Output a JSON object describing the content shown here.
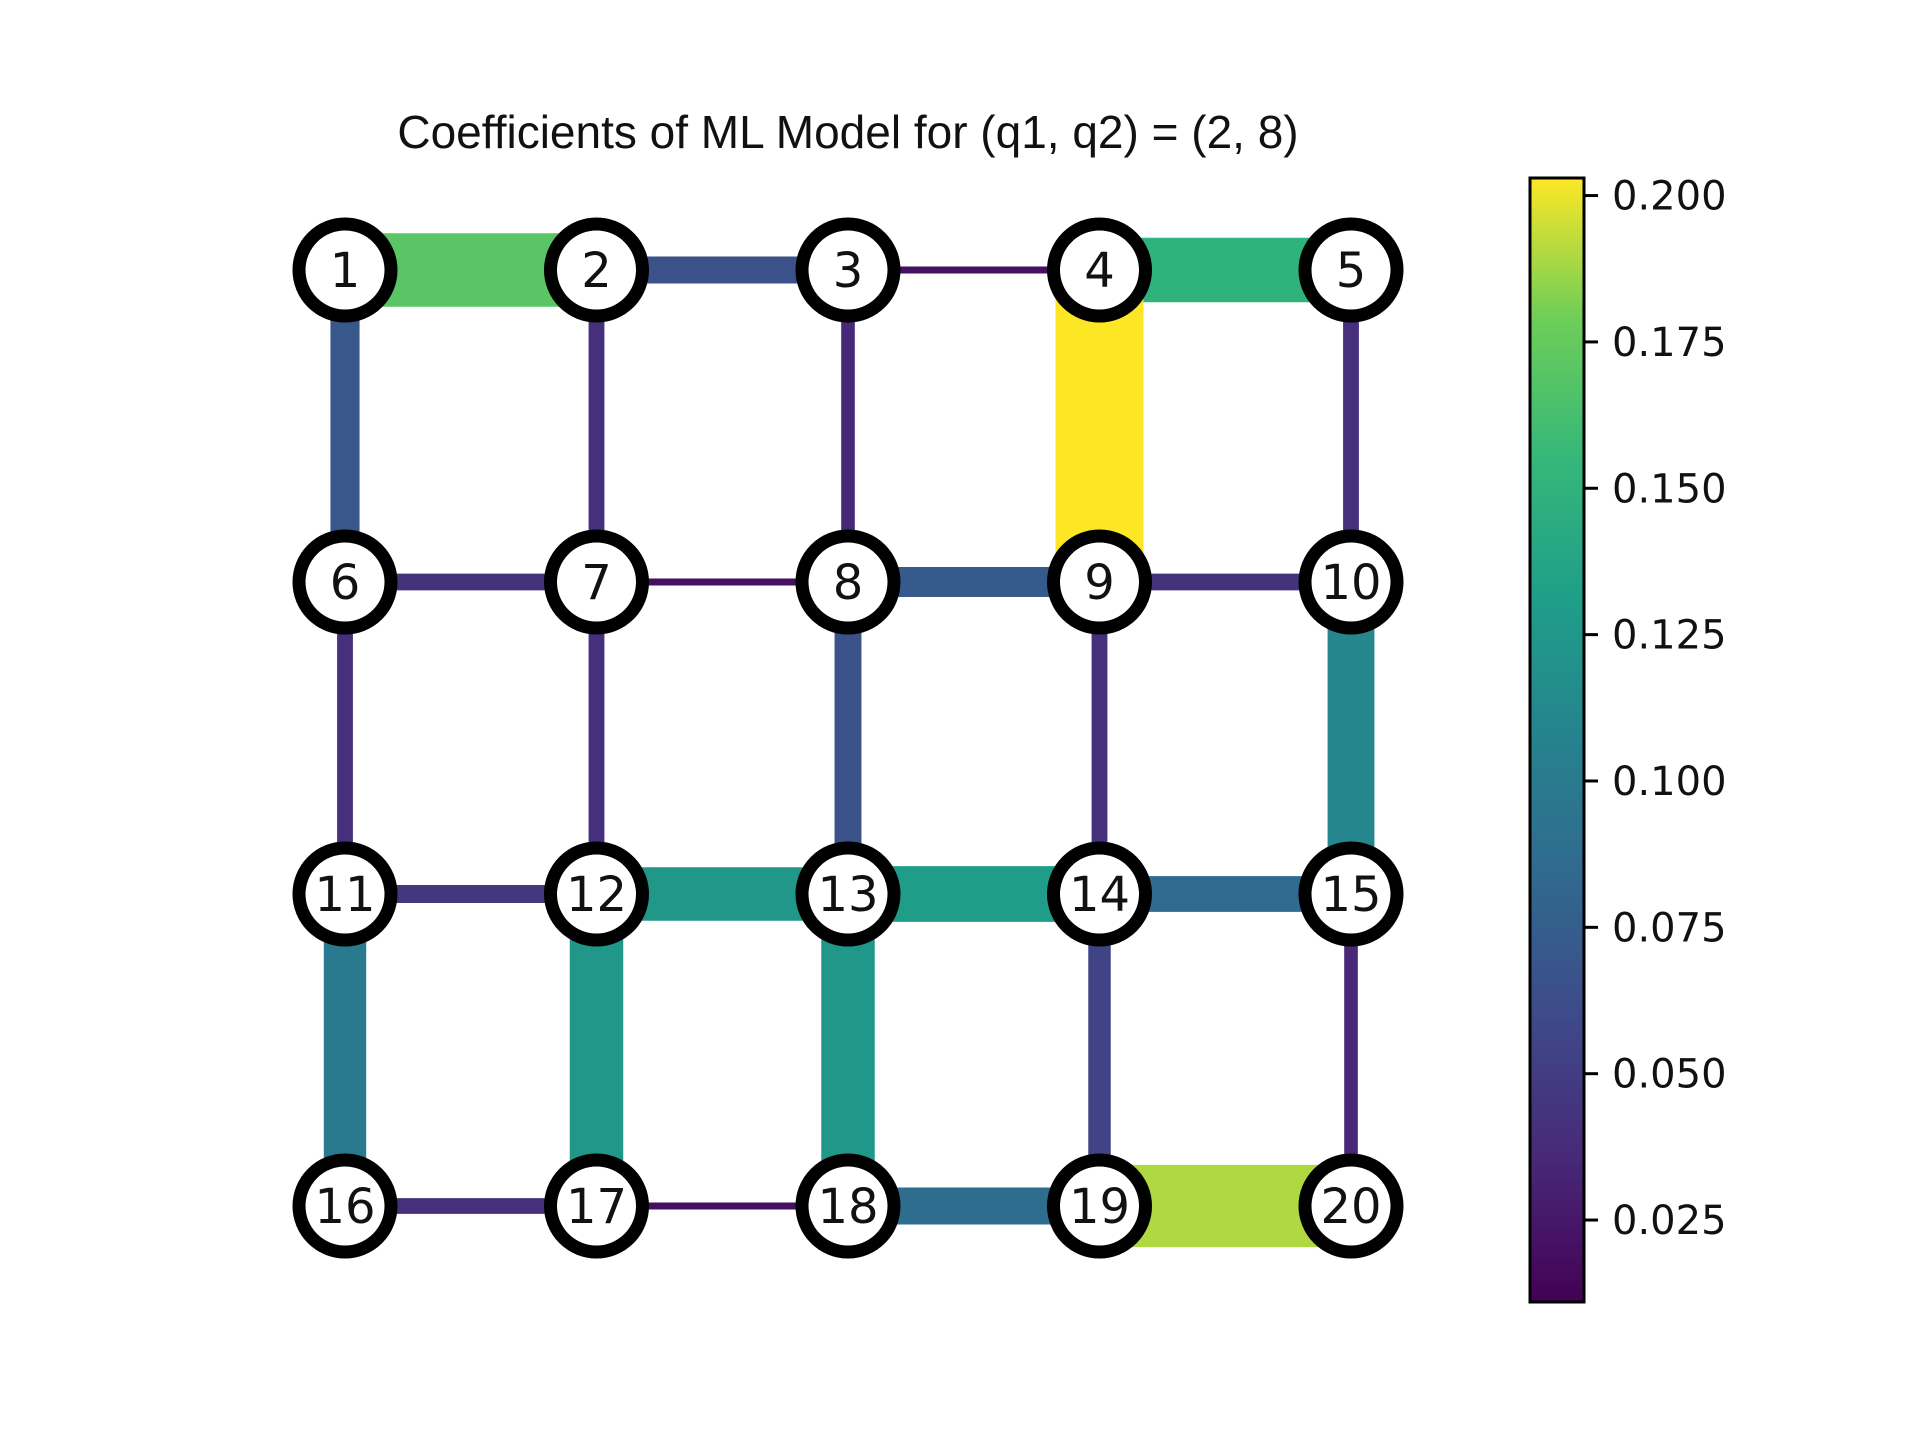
{
  "title": "Coefficients of ML Model for (q1, q2) = (2, 8)",
  "colorbar": {
    "min": 0.011,
    "max": 0.203,
    "ticks": [
      {
        "value": 0.025,
        "label": "0.025"
      },
      {
        "value": 0.05,
        "label": "0.050"
      },
      {
        "value": 0.075,
        "label": "0.075"
      },
      {
        "value": 0.1,
        "label": "0.100"
      },
      {
        "value": 0.125,
        "label": "0.125"
      },
      {
        "value": 0.15,
        "label": "0.150"
      },
      {
        "value": 0.175,
        "label": "0.175"
      },
      {
        "value": 0.2,
        "label": "0.200"
      }
    ],
    "colormap": "viridis"
  },
  "chart_data": {
    "type": "graph",
    "grid": {
      "rows": 4,
      "cols": 5
    },
    "nodes": [
      "1",
      "2",
      "3",
      "4",
      "5",
      "6",
      "7",
      "8",
      "9",
      "10",
      "11",
      "12",
      "13",
      "14",
      "15",
      "16",
      "17",
      "18",
      "19",
      "20"
    ],
    "edges": [
      {
        "from": 1,
        "to": 2,
        "value": 0.17
      },
      {
        "from": 2,
        "to": 3,
        "value": 0.065
      },
      {
        "from": 3,
        "to": 4,
        "value": 0.02
      },
      {
        "from": 4,
        "to": 5,
        "value": 0.15
      },
      {
        "from": 6,
        "to": 7,
        "value": 0.042
      },
      {
        "from": 7,
        "to": 8,
        "value": 0.02
      },
      {
        "from": 8,
        "to": 9,
        "value": 0.072
      },
      {
        "from": 9,
        "to": 10,
        "value": 0.042
      },
      {
        "from": 11,
        "to": 12,
        "value": 0.045
      },
      {
        "from": 12,
        "to": 13,
        "value": 0.125
      },
      {
        "from": 13,
        "to": 14,
        "value": 0.13
      },
      {
        "from": 14,
        "to": 15,
        "value": 0.085
      },
      {
        "from": 16,
        "to": 17,
        "value": 0.04
      },
      {
        "from": 17,
        "to": 18,
        "value": 0.02
      },
      {
        "from": 18,
        "to": 19,
        "value": 0.088
      },
      {
        "from": 19,
        "to": 20,
        "value": 0.19
      },
      {
        "from": 1,
        "to": 6,
        "value": 0.07
      },
      {
        "from": 6,
        "to": 11,
        "value": 0.04
      },
      {
        "from": 11,
        "to": 16,
        "value": 0.1
      },
      {
        "from": 2,
        "to": 7,
        "value": 0.04
      },
      {
        "from": 7,
        "to": 12,
        "value": 0.04
      },
      {
        "from": 12,
        "to": 17,
        "value": 0.125
      },
      {
        "from": 3,
        "to": 8,
        "value": 0.035
      },
      {
        "from": 8,
        "to": 13,
        "value": 0.065
      },
      {
        "from": 13,
        "to": 18,
        "value": 0.125
      },
      {
        "from": 4,
        "to": 9,
        "value": 0.203
      },
      {
        "from": 9,
        "to": 14,
        "value": 0.04
      },
      {
        "from": 14,
        "to": 19,
        "value": 0.055
      },
      {
        "from": 5,
        "to": 10,
        "value": 0.04
      },
      {
        "from": 10,
        "to": 15,
        "value": 0.11
      },
      {
        "from": 15,
        "to": 20,
        "value": 0.035
      }
    ]
  }
}
